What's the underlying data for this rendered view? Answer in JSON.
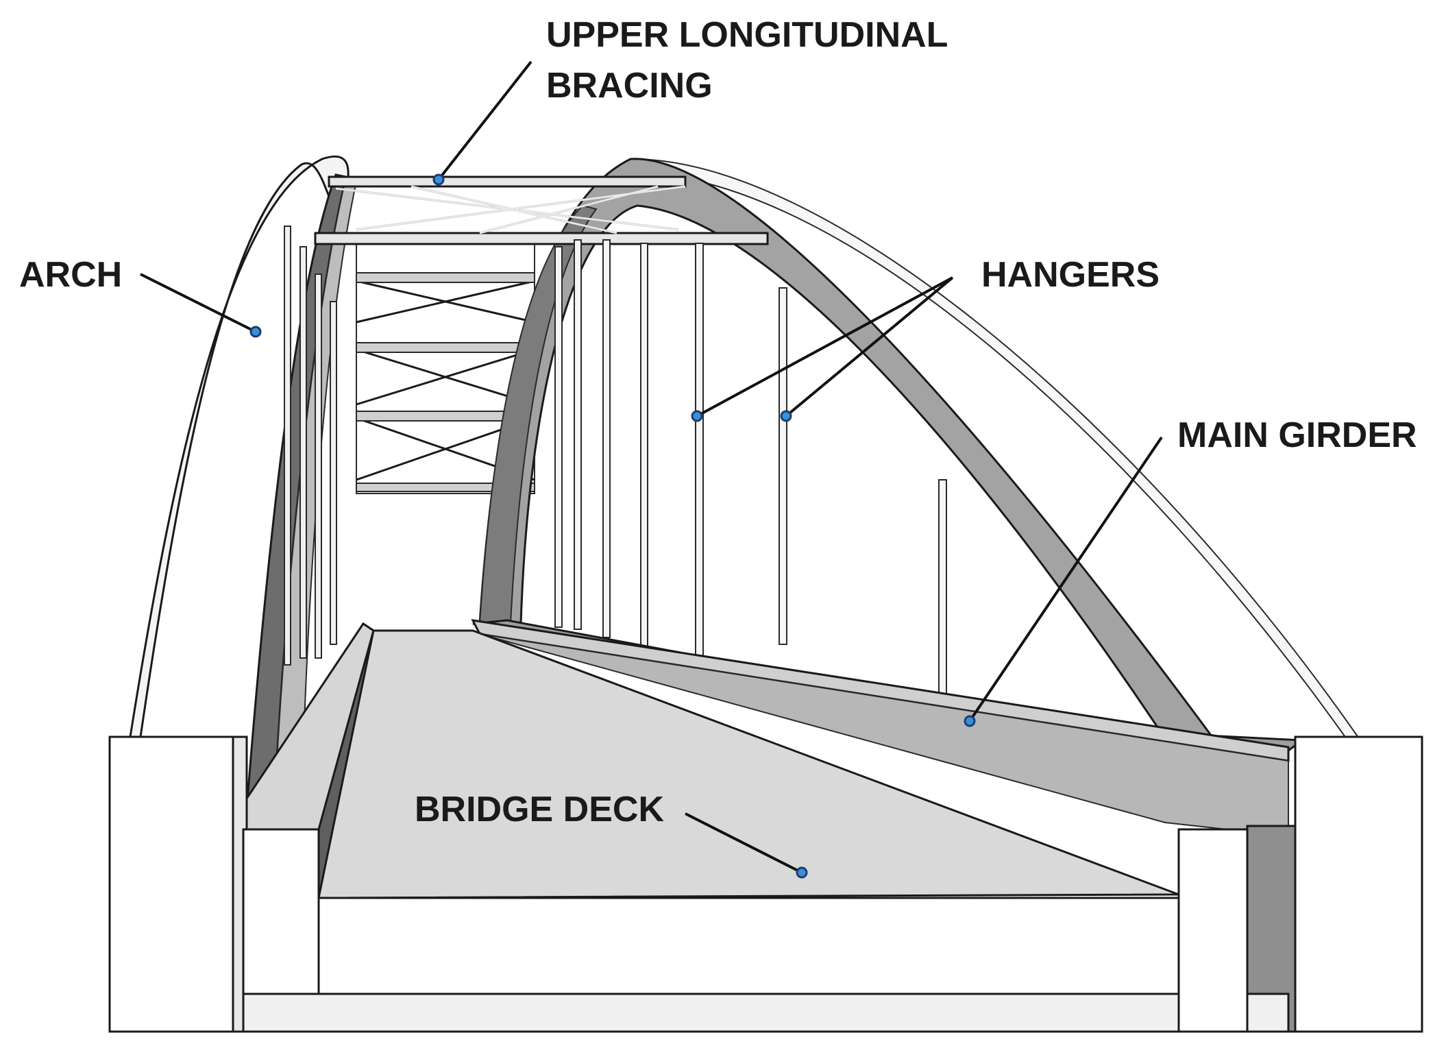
{
  "diagram": {
    "subject": "Tied arch bridge structural components",
    "labels": {
      "upper_bracing_line1": "UPPER LONGITUDINAL",
      "upper_bracing_line2": "BRACING",
      "arch": "ARCH",
      "hangers": "HANGERS",
      "main_girder": "MAIN GIRDER",
      "bridge_deck": "BRIDGE DECK"
    },
    "colors": {
      "background": "#ffffff",
      "structure_face": "#f2f2f2",
      "arch_side": "#a3a3a3",
      "girder_side": "#9e9e9e",
      "deck": "#d9d9d9",
      "outline": "#1a1a1a",
      "marker_dot": "#3b8fd9"
    }
  }
}
